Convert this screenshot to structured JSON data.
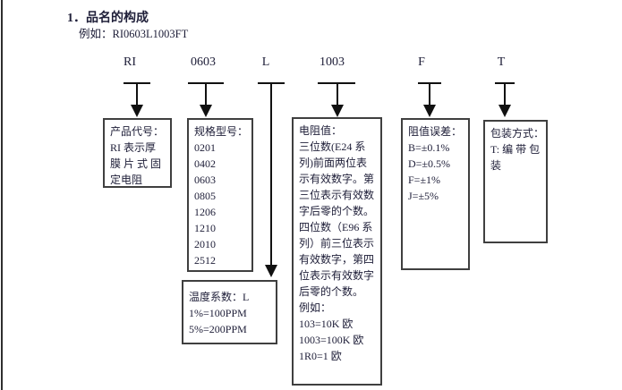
{
  "document": {
    "section_title": "1．品名的构成",
    "example": "例如：RI0603L1003FT"
  },
  "part_number_segments": [
    "RI",
    "0603",
    "L",
    "1003",
    "F",
    "T"
  ],
  "boxes": {
    "product_code": {
      "lines": [
        "产品代号：",
        "RI 表示厚",
        "膜 片 式 固",
        "定电阻"
      ]
    },
    "spec_model": {
      "lines": [
        "规格型号：",
        "0201",
        "0402",
        "0603",
        "0805",
        "1206",
        "1210",
        "2010",
        "2512"
      ]
    },
    "temp_coefficient": {
      "lines": [
        "温度系数：L",
        "1%=100PPM",
        "5%=200PPM"
      ]
    },
    "resistance_value": {
      "lines": [
        "电阻值：",
        "三位数(E24 系",
        "列)前面两位表",
        "示有效数字。第",
        "三位表示有效数",
        "字后零的个数。",
        "四位数（E96 系",
        "列）前三位表示",
        "有效数字，第四",
        "位表示有效数字",
        "后零的个数。",
        "例如：",
        "103=10K 欧",
        "1003=100K 欧",
        "1R0=1 欧"
      ]
    },
    "tolerance": {
      "lines": [
        "阻值误差：",
        "B=±0.1%",
        "D=±0.5%",
        "F=±1%",
        "J=±5%"
      ]
    },
    "packaging": {
      "lines": [
        "包装方式：",
        "T: 编 带 包",
        "装"
      ]
    }
  },
  "colors": {
    "text": "#20203a",
    "border": "#3f3f3f",
    "line": "#111111",
    "background": "#ffffff"
  }
}
